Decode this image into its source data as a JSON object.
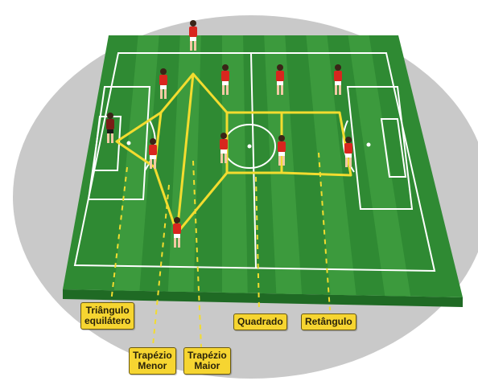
{
  "diagram": {
    "colors": {
      "background_oval": "#c9c9c9",
      "pitch_dark": "#2f8a33",
      "pitch_light": "#3c9a3d",
      "field_lines": "#ffffff",
      "shape_lines": "#f3dc2f",
      "player_shirt": "#d8261e"
    },
    "labels": [
      {
        "id": "triangulo",
        "lines": [
          "Triângulo",
          "equilátero"
        ]
      },
      {
        "id": "trapezio-menor",
        "lines": [
          "Trapézio",
          "Menor"
        ]
      },
      {
        "id": "trapezio-maior",
        "lines": [
          "Trapézio",
          "Maior"
        ]
      },
      {
        "id": "quadrado",
        "lines": [
          "Quadrado"
        ]
      },
      {
        "id": "retangulo",
        "lines": [
          "Retângulo"
        ]
      }
    ]
  }
}
